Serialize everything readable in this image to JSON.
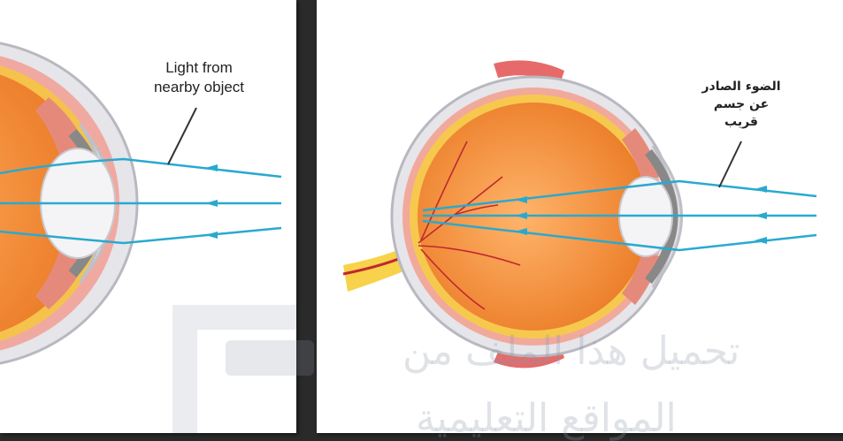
{
  "left_panel": {
    "caption_lines": [
      "Light from",
      "nearby object"
    ]
  },
  "right_panel": {
    "caption_lines": [
      "الضوء الصادر",
      "عن جسم",
      "قريب"
    ]
  },
  "watermark": {
    "lines": [
      "تحميل هذا الملف من",
      "المواقع التعليمية"
    ]
  },
  "colors": {
    "ray": "#2aa9cf",
    "eye_interior": "#f28f33",
    "sclera": "#e9e9ec",
    "lens": "#d8d8da",
    "iris": "#8a8a8a",
    "vessel_red": "#c0282f",
    "watermark": "#8c96a5"
  }
}
